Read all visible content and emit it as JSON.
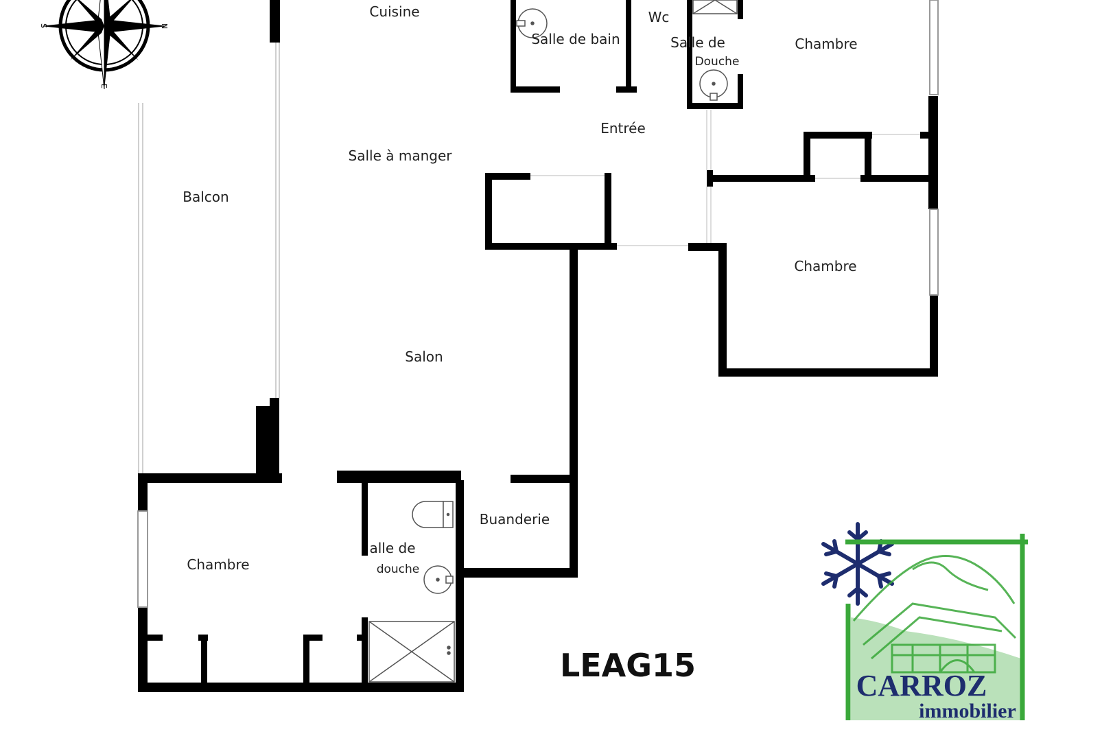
{
  "rooms": {
    "cuisine": "Cuisine",
    "salle_de_bain": "Salle de bain",
    "wc": "Wc",
    "salle_de_douche_top_line1": "Salle de",
    "salle_de_douche_top_line2": "Douche",
    "chambre_top": "Chambre",
    "entree": "Entrée",
    "salle_a_manger": "Salle à manger",
    "balcon": "Balcon",
    "chambre_mid": "Chambre",
    "salon": "Salon",
    "buanderie": "Buanderie",
    "chambre_bottom": "Chambre",
    "salle_de_douche_bottom_line1": "alle de",
    "salle_de_douche_bottom_line2": "douche"
  },
  "reference": "LEAG15",
  "compass": {
    "s": "S",
    "n": "N",
    "e": "E"
  },
  "logo": {
    "name": "CARROZ",
    "subtitle": "immobilier",
    "colors": {
      "frame": "#3aa83a",
      "text": "#1e2d6e",
      "snowflake": "#1e2d6e"
    }
  },
  "colors": {
    "wall": "#000000",
    "window": "#cccccc"
  }
}
